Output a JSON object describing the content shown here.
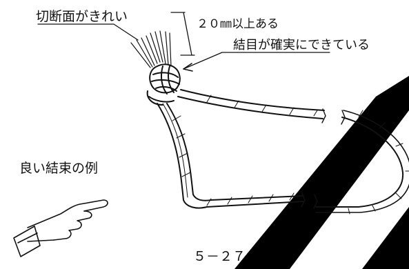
{
  "labels": {
    "clean_cut": "切断面がきれい",
    "length_note": "２０㎜以上ある",
    "firm_knot": "結目が確実にできている",
    "good_example": "良い結束の例",
    "page_number": "５－２７"
  },
  "colors": {
    "ink": "#111111",
    "background": "#ffffff",
    "watermark": "#000000"
  },
  "icons": {
    "pointing_hand": "pointing-hand-icon",
    "watermark": "diagonal-stripe-watermark"
  }
}
